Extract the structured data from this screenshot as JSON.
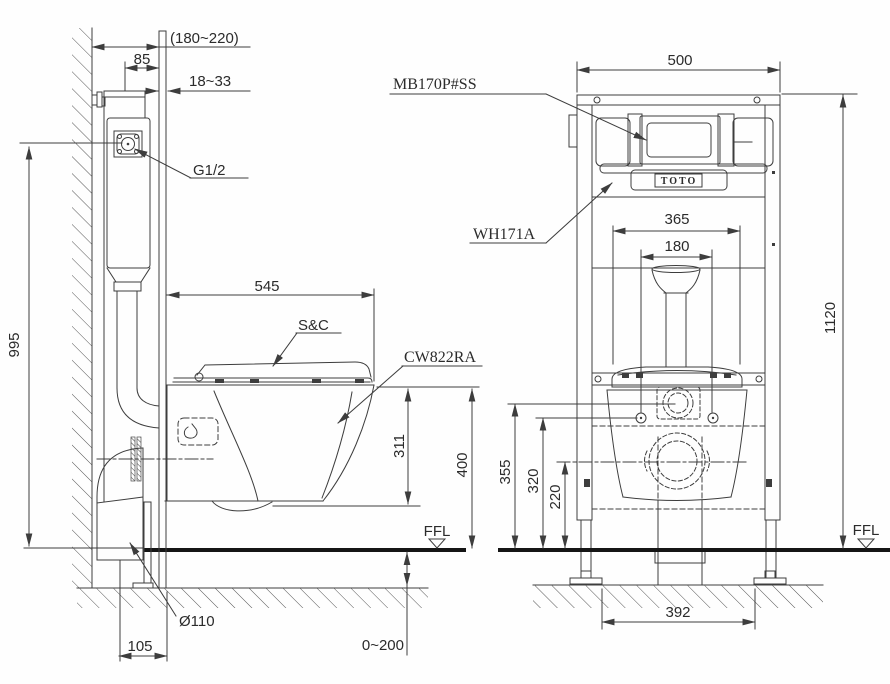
{
  "colors": {
    "line": "#3d3d3d",
    "text": "#2b2b2b",
    "floor_line": "#151515",
    "background": "#fefefe"
  },
  "labels": {
    "flush_plate": "MB170P#SS",
    "frame_model": "WH171A",
    "bowl_model": "CW822RA",
    "seat_cover": "S&C",
    "water_inlet": "G1/2",
    "drain_diameter": "Ø110",
    "brand": "TOTO"
  },
  "dims": {
    "side": {
      "wall_depth": "(180~220)",
      "inlet_offset": "85",
      "finish_thickness": "18~33",
      "supply_height": "995",
      "bowl_depth": "545",
      "bowl_height": "311",
      "rim_height": "400",
      "drain_depth": "105",
      "floor_adjust": "0~200",
      "ffl": "FFL"
    },
    "front": {
      "frame_width": "500",
      "frame_height": "1120",
      "seat_width": "365",
      "bolt_spacing": "180",
      "inlet_height": "355",
      "bolt_height": "320",
      "drain_height": "220",
      "foot_spacing": "392",
      "ffl": "FFL"
    }
  }
}
